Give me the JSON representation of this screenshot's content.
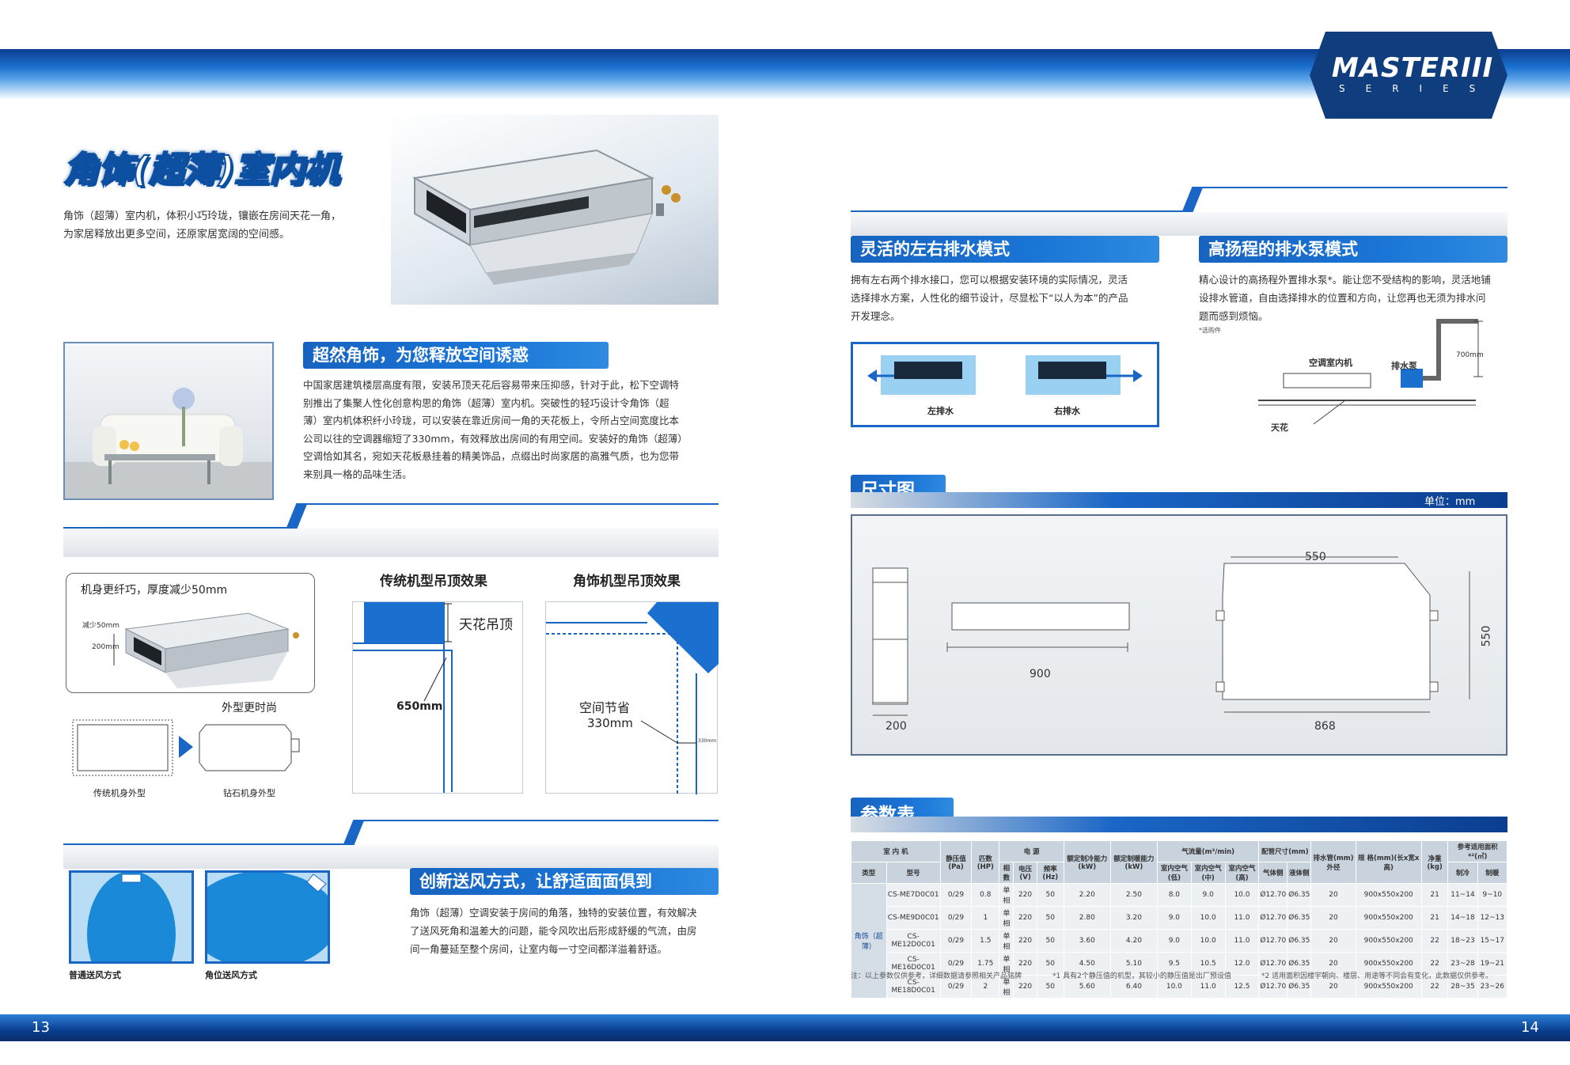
{
  "header": {
    "logo_title": "MASTERIII",
    "logo_series": "SERIES"
  },
  "footer": {
    "page_left": "13",
    "page_right": "14"
  },
  "left": {
    "title": "角饰(超薄)室内机",
    "intro": [
      "角饰（超薄）室内机，体积小巧玲珑，镶嵌在房间天花一角，",
      "为家居释放出更多空间，还原家居宽阔的空间感。"
    ],
    "sec1_title": "超然角饰，为您释放空间诱惑",
    "sec1_body": [
      "中国家居建筑楼层高度有限，安装吊顶天花后容易带来压抑感，针对于此，松下空调特",
      "别推出了集聚人性化创意构思的角饰（超薄）室内机。突破性的轻巧设计令角饰（超",
      "薄）室内机体积纤小玲珑，可以安装在靠近房间一角的天花板上，令所占空间宽度比本",
      "公司以往的空调器缩短了330mm，有效释放出房间的有用空间。安装好的角饰（超薄）",
      "空调恰如其名，宛如天花板悬挂着的精美饰品，点缀出时尚家居的高雅气质，也为您带",
      "来别具一格的品味生活。"
    ],
    "thin_card_title": "机身更纤巧，厚度减少50mm",
    "thin_reduce": "减少50mm",
    "thin_200": "200mm",
    "shape_label": "外型更时尚",
    "trad_shape": "传统机身外型",
    "diamond_shape": "钻石机身外型",
    "ceiling_trad_title": "传统机型吊顶效果",
    "ceiling_corner_title": "角饰机型吊顶效果",
    "ceiling_label": "天花吊顶",
    "dim_650": "650mm",
    "space_save": "空间节省",
    "dim_330": "330mm",
    "dim_330_small": "330mm",
    "sec2_title": "创新送风方式，让舒适面面俱到",
    "sec2_body": [
      "角饰（超薄）空调安装于房间的角落，独特的安装位置，有效解决",
      "了送风死角和温差大的问题，能令风吹出后形成舒缓的气流，由房",
      "间一角蔓延至整个房间，让室内每一寸空间都洋溢着舒适。"
    ],
    "fan_normal": "普通送风方式",
    "fan_corner": "角位送风方式"
  },
  "right": {
    "drain_title": "灵活的左右排水模式",
    "drain_body": [
      "拥有左右两个排水接口，您可以根据安装环境的实际情况，灵活",
      "选择排水方案，人性化的细节设计，尽显松下“以人为本”的产品",
      "开发理念。"
    ],
    "drain_left": "左排水",
    "drain_right": "右排水",
    "pump_title": "高扬程的排水泵模式",
    "pump_body": [
      "精心设计的高扬程外置排水泵*。能让您不受结构的影响，灵活地铺",
      "设排水管道，自由选择排水的位置和方向，让您再也无须为排水问",
      "题而感到烦恼。"
    ],
    "pump_note": "*选购件",
    "pump_unit": "空调室内机",
    "pump_pump": "排水泵",
    "pump_700": "700mm",
    "pump_ceiling": "天花",
    "dim_title": "尺寸图",
    "dim_unit": "单位：mm",
    "dims": {
      "d550a": "550",
      "d900": "900",
      "d200": "200",
      "d868": "868",
      "d550b": "550"
    },
    "param_title": "参数表",
    "table": {
      "h_unit": "室 内 机",
      "h_type": "类型",
      "h_model": "型号",
      "h_static": "静压值(Pa)",
      "h_hp": "匹数(HP)",
      "h_power": "电 源",
      "h_phase": "相数",
      "h_volt": "电压(V)",
      "h_freq": "频率(Hz)",
      "h_cool": "额定制冷能力(kW)",
      "h_heat": "额定制暖能力(kW)",
      "h_air": "气流量(m³/min)",
      "h_air_lo": "室内空气(低)",
      "h_air_mid": "室内空气(中)",
      "h_air_hi": "室内空气(高)",
      "h_pipe": "配管尺寸(mm)",
      "h_gas": "气体侧",
      "h_liq": "液体侧",
      "h_drain": "排水管(mm)外径",
      "h_size": "规 格(mm)(长x宽x高)",
      "h_weight": "净重(kg)",
      "h_area": "参考适用面积*²(㎡)",
      "h_area_c": "制冷",
      "h_area_h": "制暖",
      "category": "角饰（超薄）",
      "rows": [
        [
          "CS-ME7D0C01",
          "0/29",
          "0.8",
          "单相",
          "220",
          "50",
          "2.20",
          "2.50",
          "8.0",
          "9.0",
          "10.0",
          "Ø12.70",
          "Ø6.35",
          "20",
          "900x550x200",
          "21",
          "11~14",
          "9~10"
        ],
        [
          "CS-ME9D0C01",
          "0/29",
          "1",
          "单相",
          "220",
          "50",
          "2.80",
          "3.20",
          "9.0",
          "10.0",
          "11.0",
          "Ø12.70",
          "Ø6.35",
          "20",
          "900x550x200",
          "21",
          "14~18",
          "12~13"
        ],
        [
          "CS-ME12D0C01",
          "0/29",
          "1.5",
          "单相",
          "220",
          "50",
          "3.60",
          "4.20",
          "9.0",
          "10.0",
          "11.0",
          "Ø12.70",
          "Ø6.35",
          "20",
          "900x550x200",
          "22",
          "18~23",
          "15~17"
        ],
        [
          "CS-ME16D0C01",
          "0/29",
          "1.75",
          "单相",
          "220",
          "50",
          "4.50",
          "5.10",
          "9.5",
          "10.5",
          "12.0",
          "Ø12.70",
          "Ø6.35",
          "20",
          "900x550x200",
          "22",
          "23~28",
          "19~21"
        ],
        [
          "CS-ME18D0C01",
          "0/29",
          "2",
          "单相",
          "220",
          "50",
          "5.60",
          "6.40",
          "10.0",
          "11.0",
          "12.5",
          "Ø12.70",
          "Ø6.35",
          "20",
          "900x550x200",
          "22",
          "28~35",
          "23~26"
        ]
      ]
    },
    "notes": [
      "注：以上参数仅供参考，详细数据请参照相关产品铭牌",
      "*1 具有2个静压值的机型，其较小的静压值是出厂预设值",
      "*2 适用面积因楼宇朝向、楼层、用途等不同会有变化，此数据仅供参考。"
    ]
  },
  "colors": {
    "primary": "#1a66c6",
    "dark": "#0b3e8f"
  }
}
